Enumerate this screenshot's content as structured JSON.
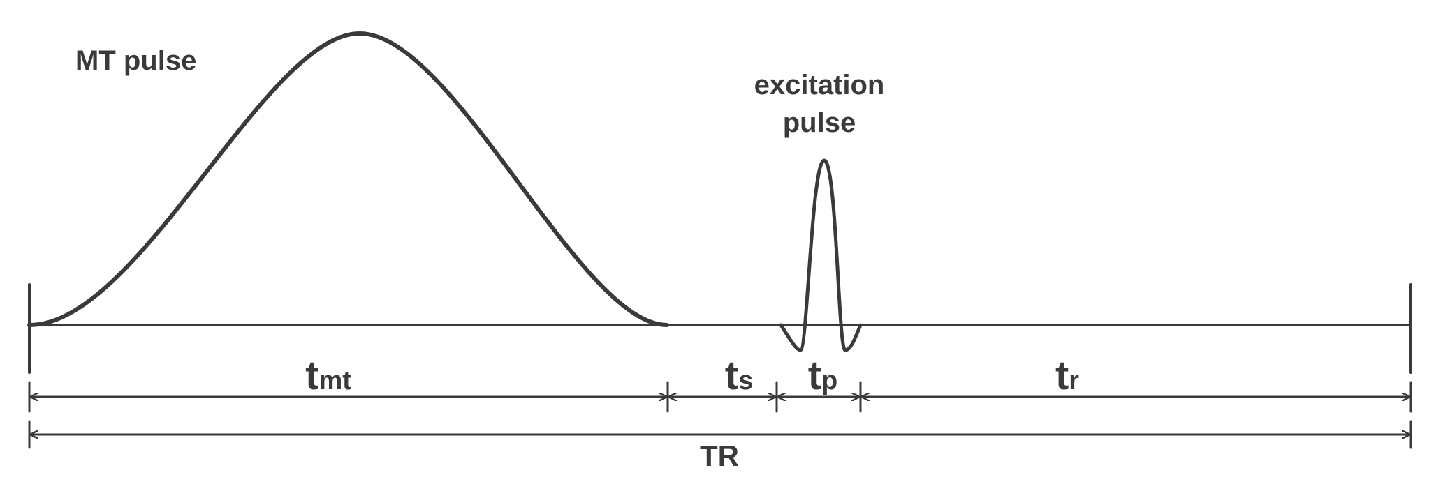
{
  "labels": {
    "mt_pulse": "MT pulse",
    "excitation_line1": "excitation",
    "excitation_line2": "pulse",
    "TR": "TR"
  },
  "intervals": [
    {
      "id": "tmt",
      "base": "t",
      "sub": "mt"
    },
    {
      "id": "ts",
      "base": "t",
      "sub": "s"
    },
    {
      "id": "tp",
      "base": "t",
      "sub": "p"
    },
    {
      "id": "tr",
      "base": "t",
      "sub": "r"
    }
  ],
  "colors": {
    "stroke": "#3a3a3a",
    "background": "#ffffff"
  }
}
